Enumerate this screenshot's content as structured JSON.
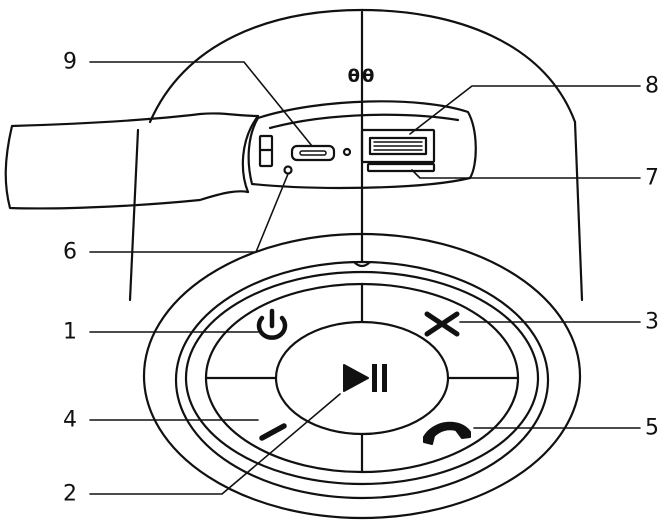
{
  "diagram": {
    "top_marking": "θθ",
    "callouts": [
      {
        "number": "1",
        "part": "power-button"
      },
      {
        "number": "2",
        "part": "play-pause-button"
      },
      {
        "number": "3",
        "part": "reject-button"
      },
      {
        "number": "4",
        "part": "volume-down-button"
      },
      {
        "number": "5",
        "part": "phone-call-button"
      },
      {
        "number": "6",
        "part": "indicator-led"
      },
      {
        "number": "7",
        "part": "micro-sd-slot"
      },
      {
        "number": "8",
        "part": "usb-port"
      },
      {
        "number": "9",
        "part": "micro-usb-port"
      }
    ],
    "icons": {
      "power": "power-icon",
      "play_pause": "play-pause-icon",
      "reject": "x-icon",
      "volume_down": "minus-icon",
      "call": "phone-handset-icon"
    },
    "colors": {
      "line": "#111111",
      "background": "#ffffff"
    }
  }
}
